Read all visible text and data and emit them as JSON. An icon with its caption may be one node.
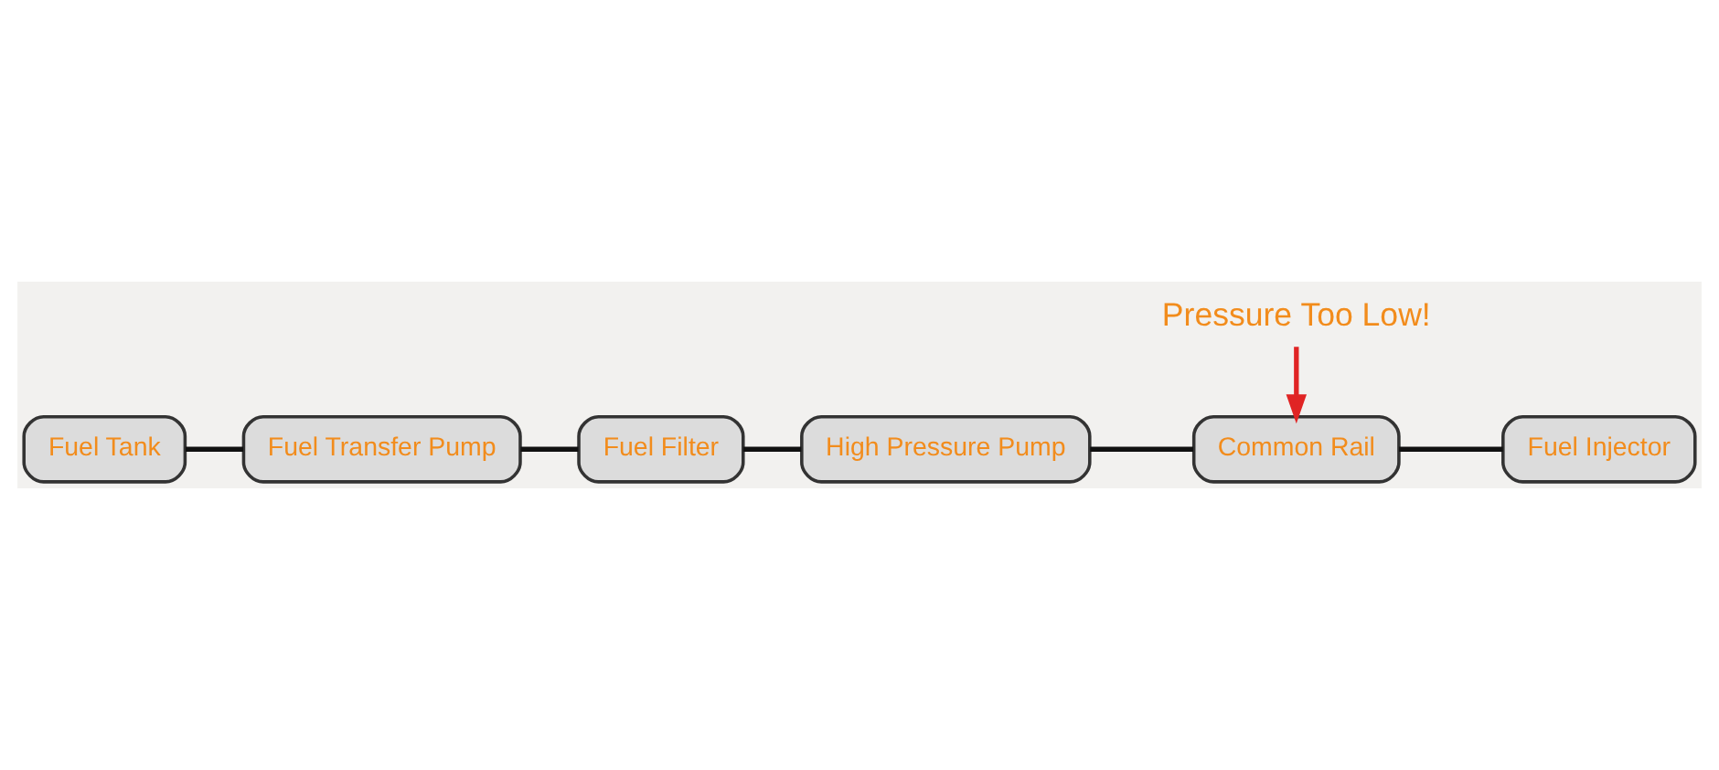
{
  "diagram": {
    "nodes": [
      {
        "text": [
          "Pressure Too Low!"
        ]
      },
      {
        "text": [
          "Fuel Tank"
        ]
      },
      {
        "text": [
          "Fuel Transfer Pump"
        ]
      },
      {
        "text": [
          "Fuel Filter"
        ]
      },
      {
        "text": [
          "High Pressure Pump"
        ]
      },
      {
        "text": [
          "Common Rail"
        ]
      },
      {
        "text": [
          "Fuel Injector"
        ]
      }
    ],
    "edges": [
      {
        "from": 0,
        "to": 5,
        "arrow": "to",
        "color": "#e02424"
      },
      {
        "from": 1,
        "to": 2,
        "arrow": "none"
      },
      {
        "from": 2,
        "to": 3,
        "arrow": "none"
      },
      {
        "from": 3,
        "to": 4,
        "arrow": "none"
      },
      {
        "from": 4,
        "to": 5,
        "arrow": "none"
      },
      {
        "from": 5,
        "to": 6,
        "arrow": "none"
      }
    ]
  }
}
